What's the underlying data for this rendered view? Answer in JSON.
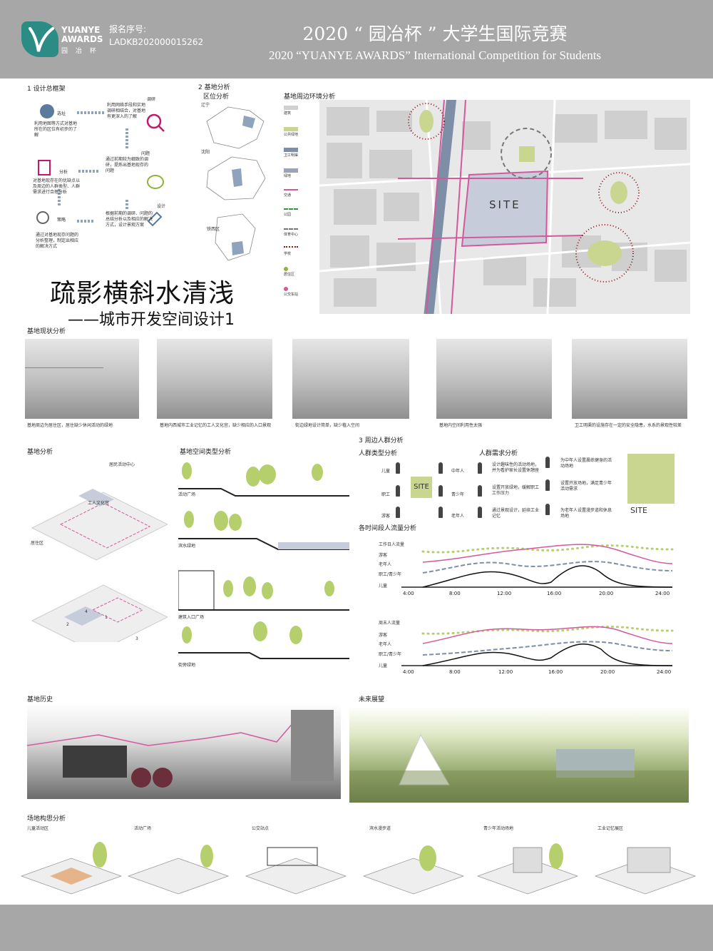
{
  "header": {
    "logo_main": "YUANYE\nAWARDS",
    "logo_sub": "园 冶 杯",
    "reg_label": "报名序号:",
    "reg_number": "LADKB202000015262",
    "title_cn": "2020 “ 园冶杯 ” 大学生国际竞赛",
    "title_en": "2020 “YUANYE AWARDS” International Competition for  Students",
    "bg_color": "#a7a7a7"
  },
  "sections": {
    "framework": "1 设计总框架",
    "site_analysis": "2 基地分析",
    "location": "区位分析",
    "surroundings": "基地周边环境分析",
    "current": "基地现状分析",
    "site_base": "基地分析",
    "space_type": "基地空间类型分析",
    "crowd": "3 周边人群分析",
    "crowd_type": "人群类型分析",
    "crowd_need": "人群需求分析",
    "flow": "各时间段人流量分析",
    "history": "基地历史",
    "future": "未来展望",
    "concept": "场地构思分析"
  },
  "framework": {
    "nodes": [
      {
        "label": "选址",
        "text": "利用地图等方式对基地所在的区位有初步的了解"
      },
      {
        "label": "调研",
        "text": "利用网络手段和实地调研相结合，对基地有更深入的了解"
      },
      {
        "label": "问题",
        "text": "通过前期较为细致的调研，提炼出基地现存的问题"
      },
      {
        "label": "分析",
        "text": "对基地现存在的优缺点以及周边的人群类型、人群需求进行合理分析"
      },
      {
        "label": "设计",
        "text": "根据前期的调研、问题的总结分析以及相应的解决方式，设计景观方案"
      },
      {
        "label": "策略",
        "text": "通过对基地现存问题的分析整理，制定出相应的解决方式"
      }
    ]
  },
  "location_labels": [
    "辽宁",
    "沈阳",
    "铁西区"
  ],
  "main_title": "疏影横斜水清浅",
  "main_subtitle": "——城市开发空间设计1",
  "legend": [
    "建筑",
    "公共绿地",
    "卫工明渠",
    "绿地",
    "交通",
    "公园",
    "体育中心",
    "学校",
    "居住区",
    "公交车站"
  ],
  "site_label": "SITE",
  "photos": [
    "基地周边为居住区，居住缺少休闲活动的绿地",
    "基地内西城市工业记忆的工人文化宫，缺少相应的入口景观",
    "街边绿地设计简单，缺少植入空间",
    "基地内空间利用性太强",
    "卫工明渠的设施存在一定的安全隐患，水系的景观性较差"
  ],
  "site_base_labels": [
    "居民活动中心",
    "工人文化宫",
    "居住区",
    "1",
    "2",
    "3",
    "4"
  ],
  "space_type_labels": [
    "活动广场",
    "滨水绿地",
    "建筑入口广场",
    "街旁绿地"
  ],
  "crowd_types": {
    "left": [
      "儿童",
      "职工",
      "游客"
    ],
    "right": [
      "中年人",
      "青少年",
      "老年人"
    ],
    "center": "SITE"
  },
  "crowd_needs": [
    "设计趣味性的活动场地，并为看护家长设置休憩座",
    "设置开放绿地，缓解职工工作压力",
    "通过景观设计，延续工业记忆",
    "为中年人设置晨练健身的活动场地",
    "设置开放场地，满足青少年活动需求",
    "为老年人设置漫步道和休息场地"
  ],
  "crowd_need_site": "SITE",
  "flow_charts": [
    {
      "title": "工作日人流量",
      "rows": [
        "游客",
        "老年人",
        "职工/青少年",
        "儿童"
      ],
      "times": [
        "4:00",
        "8:00",
        "12:00",
        "16:00",
        "20:00",
        "24:00"
      ]
    },
    {
      "title": "周末人流量",
      "rows": [
        "游客",
        "老年人",
        "职工/青少年",
        "儿童"
      ],
      "times": [
        "4:00",
        "8:00",
        "12:00",
        "16:00",
        "20:00",
        "24:00"
      ]
    }
  ],
  "concept_labels": [
    "儿童活动区",
    "活动广场",
    "公交站点",
    "滨水漫步道",
    "青少年活动场地",
    "工业记忆展区"
  ],
  "colors": {
    "pink": "#d4589c",
    "green": "#b6cf6d",
    "navy": "#7d8ea6",
    "maroon": "#8b1a1a",
    "site": "#c6ccd9"
  }
}
